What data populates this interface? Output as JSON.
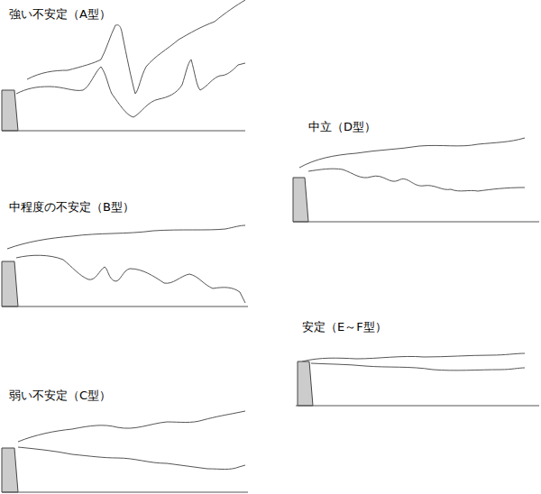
{
  "diagram": {
    "labels": [
      "強い不安定（A型）",
      "中立（D型）",
      "中程度の不安定（B型）",
      "安定（E～F型）",
      "弱い不安定（C型）"
    ]
  }
}
